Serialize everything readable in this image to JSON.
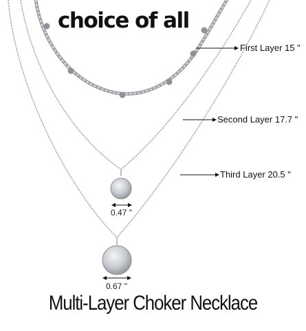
{
  "headline": "choice of all",
  "layers": {
    "first": "First Layer 15 \"",
    "second": "Second Layer 17.7 \"",
    "third": "Third Layer 20.5 \""
  },
  "pendants": {
    "small_diameter": "0.47 \"",
    "large_diameter": "0.67 \""
  },
  "caption": "Multi-Layer Choker Necklace",
  "colors": {
    "metal": "#b9bcc0",
    "text": "#111111",
    "background": "#ffffff"
  }
}
